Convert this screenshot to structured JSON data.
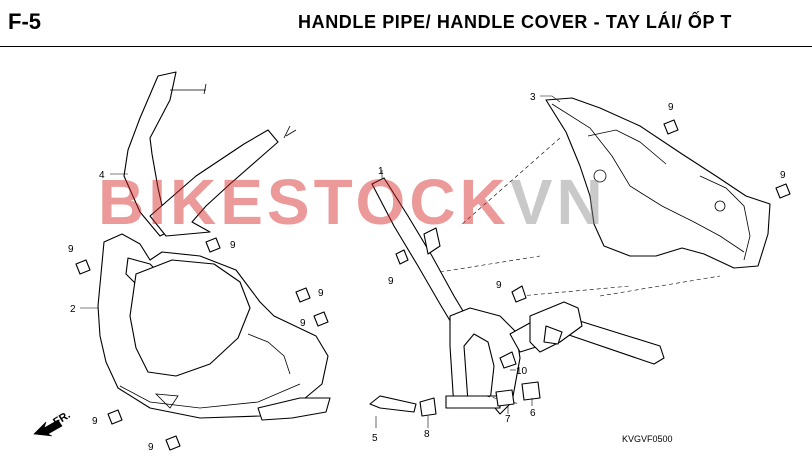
{
  "header": {
    "section_code": "F-5",
    "title": "HANDLE PIPE/ HANDLE COVER - TAY LÁI/ ỐP T"
  },
  "watermark": {
    "text_red": "BIKESTOCK",
    "text_gray": "VN"
  },
  "figure_code": "KVGVF0500",
  "front_marker": {
    "label": "FR."
  },
  "callouts": {
    "c1": "1",
    "c2": "2",
    "c3": "3",
    "c4": "4",
    "c5": "5",
    "c6": "6",
    "c7": "7",
    "c8": "8",
    "c10": "10",
    "c9a": "9",
    "c9b": "9",
    "c9c": "9",
    "c9d": "9",
    "c9e": "9",
    "c9f": "9",
    "c9g": "9",
    "c9h": "9",
    "c9i": "9",
    "c9j": "9"
  },
  "colors": {
    "watermark_red": "#d42020",
    "watermark_gray": "#8a8a8a",
    "line": "#000000"
  }
}
